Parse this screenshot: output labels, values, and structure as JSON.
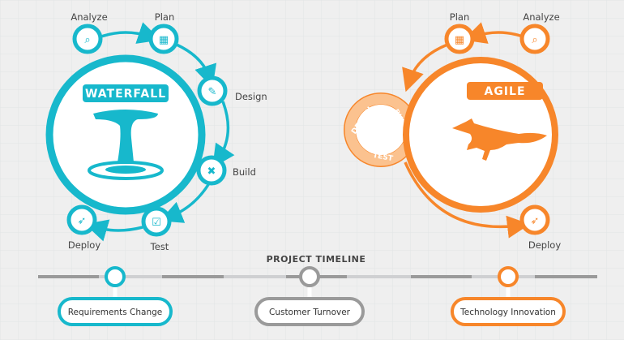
{
  "colors": {
    "waterfall": "#17b8cc",
    "agile": "#f7862a",
    "timeline": "#9a9a9a"
  },
  "waterfall": {
    "title": "WATERFALL",
    "steps": [
      "Analyze",
      "Plan",
      "Design",
      "Build",
      "Test",
      "Deploy"
    ],
    "icons": [
      "analyze-magnifier-icon",
      "plan-board-icon",
      "design-brush-icon",
      "build-tools-icon",
      "test-checklist-icon",
      "deploy-rocket-icon"
    ]
  },
  "agile": {
    "title": "AGILE",
    "steps": [
      "Plan",
      "Analyze",
      "Deploy"
    ],
    "cycle": [
      "DESIGN",
      "BUILD",
      "TEST"
    ]
  },
  "timeline": {
    "title": "PROJECT TIMELINE",
    "events": [
      "Requirements Change",
      "Customer Turnover",
      "Technology Innovation"
    ]
  }
}
